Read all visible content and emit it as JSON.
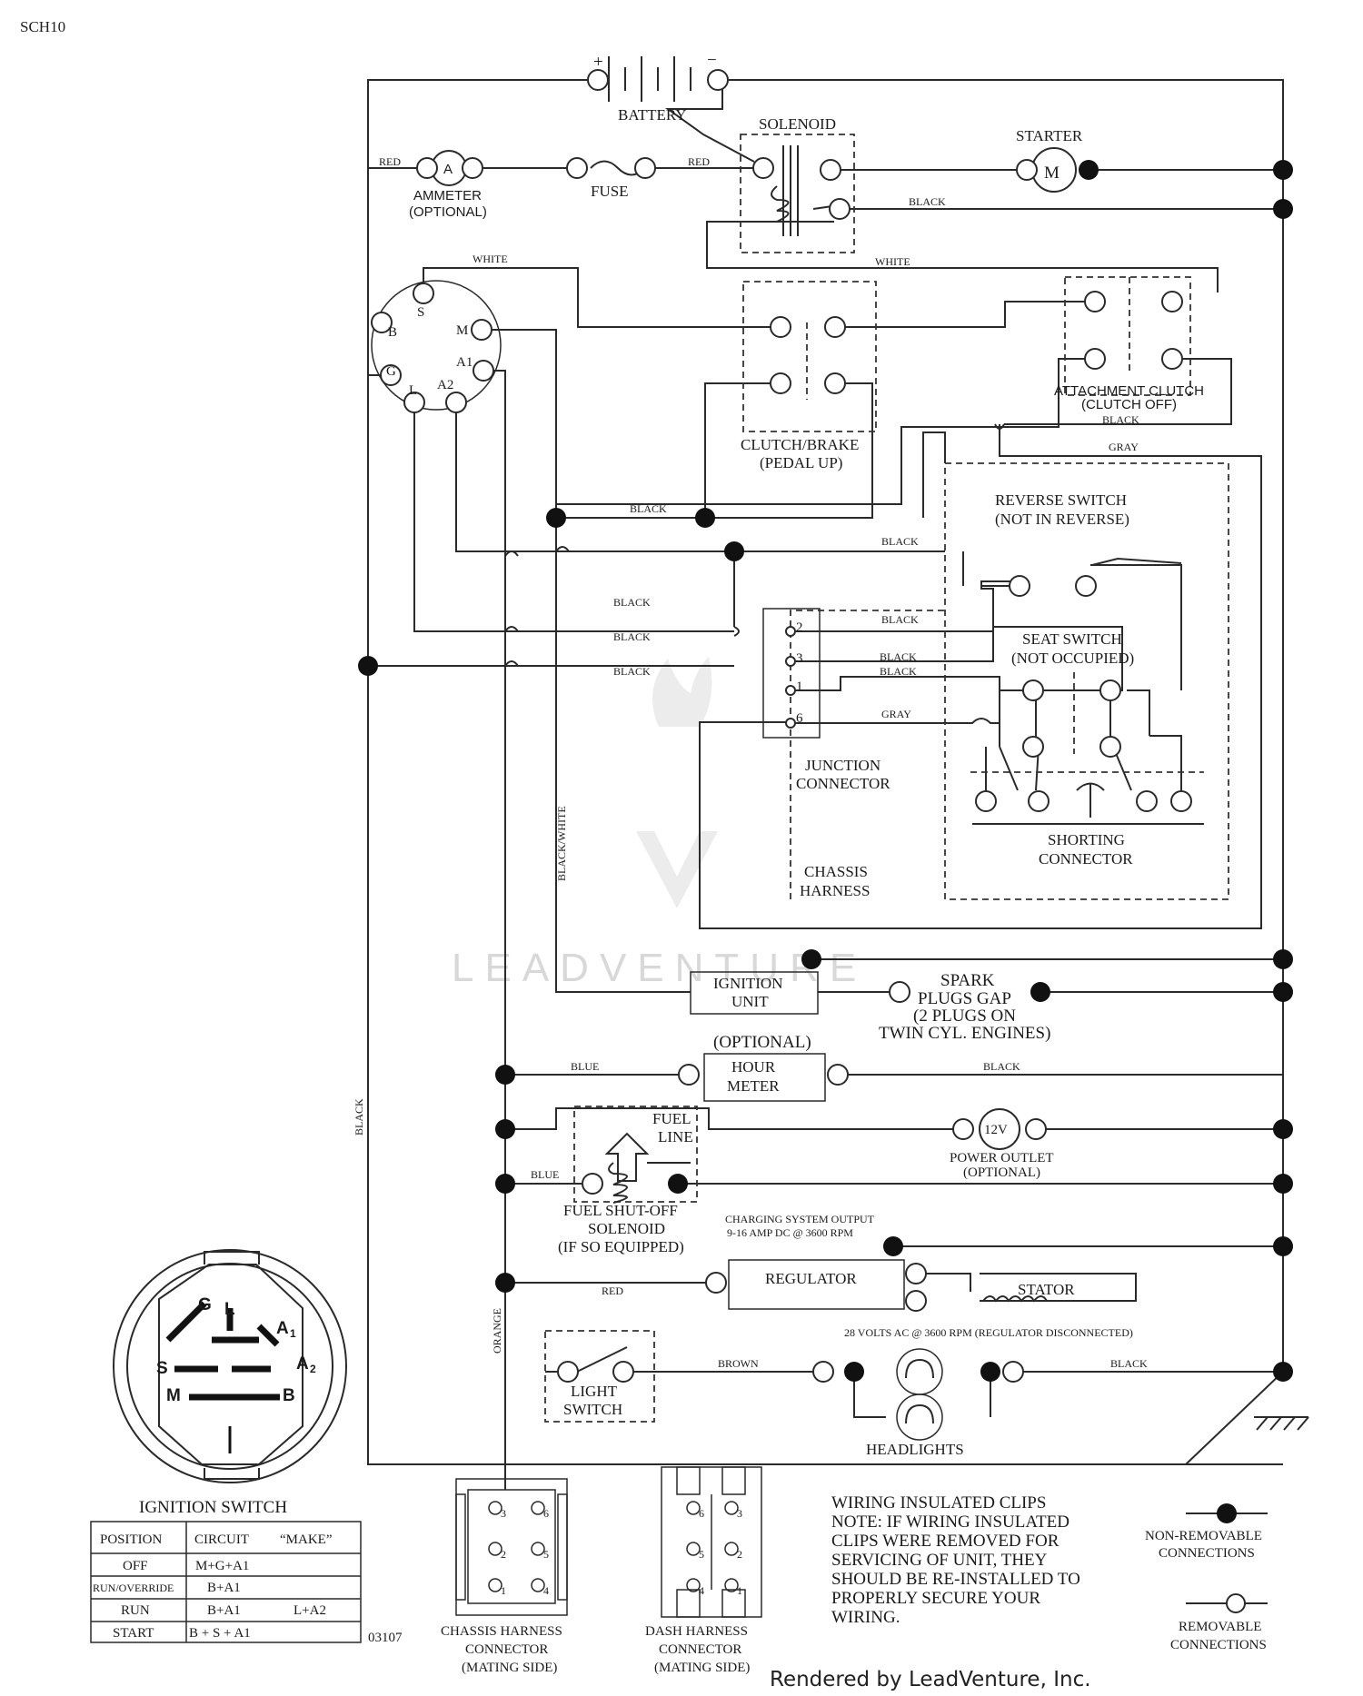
{
  "doc_code": "SCH10",
  "watermark": "LEADVENTURE",
  "footer": "Rendered by LeadVenture, Inc.",
  "part_number": "03107",
  "battery": {
    "label": "BATTERY",
    "plus": "+",
    "minus": "−"
  },
  "solenoid": "SOLENOID",
  "starter": {
    "label": "STARTER",
    "motor": "M"
  },
  "ammeter": {
    "label": "AMMETER",
    "optional": "(OPTIONAL)",
    "symbol": "A"
  },
  "fuse": "FUSE",
  "clutch_brake": {
    "line1": "CLUTCH/BRAKE",
    "line2": "(PEDAL UP)"
  },
  "attachment_clutch": {
    "line1": "ATTACHMENT CLUTCH",
    "line2": "(CLUTCH OFF)"
  },
  "reverse_switch": {
    "line1": "REVERSE SWITCH",
    "line2": "(NOT IN REVERSE)"
  },
  "seat_switch": {
    "line1": "SEAT SWITCH",
    "line2": "(NOT OCCUPIED)"
  },
  "junction_connector": {
    "line1": "JUNCTION",
    "line2": "CONNECTOR",
    "pins": [
      "2",
      "3",
      "1",
      "6"
    ]
  },
  "chassis_harness": {
    "line1": "CHASSIS",
    "line2": "HARNESS"
  },
  "shorting_connector": {
    "line1": "SHORTING",
    "line2": "CONNECTOR"
  },
  "ignition_terminals": {
    "s": "S",
    "b": "B",
    "m": "M",
    "a1": "A1",
    "g": "G",
    "l": "L",
    "a2": "A2"
  },
  "ignition_unit": {
    "line1": "IGNITION",
    "line2": "UNIT"
  },
  "spark_plugs": {
    "line1": "SPARK",
    "line2": "PLUGS GAP",
    "line3": "(2 PLUGS ON",
    "line4": "TWIN CYL. ENGINES)"
  },
  "hour_meter": {
    "optional": "(OPTIONAL)",
    "line1": "HOUR",
    "line2": "METER"
  },
  "fuel_line": {
    "line1": "FUEL",
    "line2": "LINE"
  },
  "power_outlet": {
    "symbol": "12V",
    "line1": "POWER OUTLET",
    "line2": "(OPTIONAL)"
  },
  "fuel_solenoid": {
    "line1": "FUEL SHUT-OFF",
    "line2": "SOLENOID",
    "line3": "(IF SO EQUIPPED)"
  },
  "charging": {
    "line1": "CHARGING SYSTEM OUTPUT",
    "line2": "9-16 AMP DC @ 3600 RPM"
  },
  "regulator": "REGULATOR",
  "stator": "STATOR",
  "stator_ac": "28 VOLTS AC @ 3600 RPM (REGULATOR DISCONNECTED)",
  "light_switch": {
    "line1": "LIGHT",
    "line2": "SWITCH"
  },
  "headlights": "HEADLIGHTS",
  "wires": {
    "red": "RED",
    "white": "WHITE",
    "black": "BLACK",
    "gray": "GRAY",
    "blue": "BLUE",
    "orange": "ORANGE",
    "brown": "BROWN",
    "black_white": "BLACK/WHITE"
  },
  "ignition_switch": {
    "title": "IGNITION SWITCH",
    "face": {
      "g": "G",
      "l": "L",
      "a1": "A",
      "a1sub": "1",
      "s": "S",
      "a2": "A",
      "a2sub": "2",
      "m": "M",
      "b": "B"
    },
    "headers": [
      "POSITION",
      "CIRCUIT",
      "“MAKE”"
    ],
    "rows": [
      {
        "position": "OFF",
        "circuit": "M+G+A1",
        "extra": ""
      },
      {
        "position": "RUN/OVERRIDE",
        "circuit": "B+A1",
        "extra": ""
      },
      {
        "position": "RUN",
        "circuit": "B+A1",
        "extra": "L+A2"
      },
      {
        "position": "START",
        "circuit": "B + S + A1",
        "extra": ""
      }
    ]
  },
  "chassis_connector": {
    "line1": "CHASSIS HARNESS",
    "line2": "CONNECTOR",
    "line3": "(MATING SIDE)",
    "pins": [
      {
        "n": "3"
      },
      {
        "n": "6"
      },
      {
        "n": "2"
      },
      {
        "n": "5"
      },
      {
        "n": "1"
      },
      {
        "n": "4"
      }
    ]
  },
  "dash_connector": {
    "line1": "DASH HARNESS",
    "line2": "CONNECTOR",
    "line3": "(MATING SIDE)",
    "pins": [
      {
        "n": "6"
      },
      {
        "n": "3"
      },
      {
        "n": "5"
      },
      {
        "n": "2"
      },
      {
        "n": "4"
      },
      {
        "n": "1"
      }
    ]
  },
  "note": {
    "title": "WIRING INSULATED CLIPS",
    "lines": [
      "NOTE:  IF WIRING INSULATED",
      "CLIPS WERE REMOVED FOR",
      "SERVICING OF UNIT, THEY",
      "SHOULD BE RE-INSTALLED TO",
      "PROPERLY SECURE YOUR",
      " WIRING."
    ]
  },
  "legend": {
    "non_removable": {
      "line1": "NON-REMOVABLE",
      "line2": "CONNECTIONS"
    },
    "removable": {
      "line1": "REMOVABLE",
      "line2": "CONNECTIONS"
    }
  }
}
